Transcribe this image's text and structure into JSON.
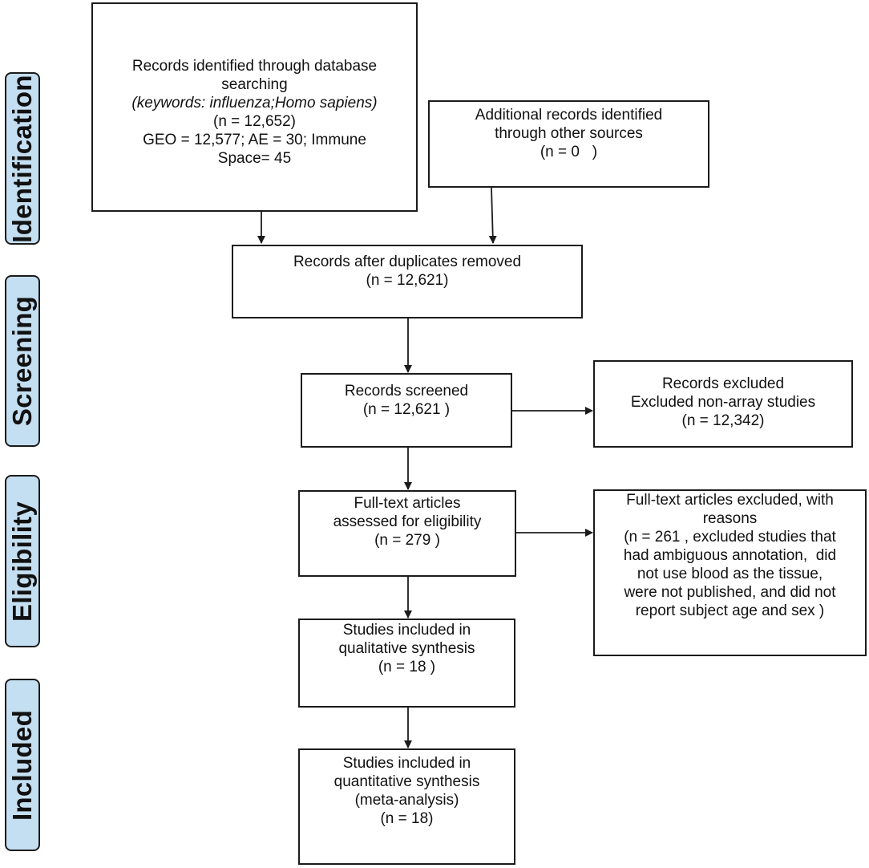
{
  "stages": {
    "identification": "Identification",
    "screening": "Screening",
    "eligibility": "Eligibility",
    "included": "Included"
  },
  "boxes": {
    "database": {
      "lines": [
        "Records identified through database",
        "searching",
        "(keywords: influenza;Homo sapiens)",
        "(n = 12,652)",
        "GEO = 12,577; AE = 30; Immune",
        "Space= 45"
      ]
    },
    "other_sources": {
      "lines": [
        "Additional records identified",
        "through other sources",
        "(n = 0   )"
      ]
    },
    "duplicates": {
      "lines": [
        "Records after duplicates removed",
        "(n = 12,621)"
      ]
    },
    "screened": {
      "lines": [
        "Records screened",
        "(n = 12,621 )"
      ]
    },
    "excluded": {
      "lines": [
        "Records excluded",
        "Excluded non-array studies",
        "(n = 12,342)"
      ]
    },
    "fulltext": {
      "lines": [
        "Full-text articles",
        "assessed for eligibility",
        "(n = 279 )"
      ]
    },
    "fulltext_excluded": {
      "lines": [
        "Full-text articles excluded, with",
        "reasons",
        "(n = 261 , excluded studies that",
        "had ambiguous annotation,  did",
        "not use blood as the tissue,",
        "were not published, and did not",
        "report subject age and sex )"
      ]
    },
    "qualitative": {
      "lines": [
        "Studies included in",
        "qualitative synthesis",
        "(n = 18 )"
      ]
    },
    "quantitative": {
      "lines": [
        "Studies included in",
        "quantitative synthesis",
        "(meta-analysis)",
        "(n = 18)"
      ]
    }
  }
}
